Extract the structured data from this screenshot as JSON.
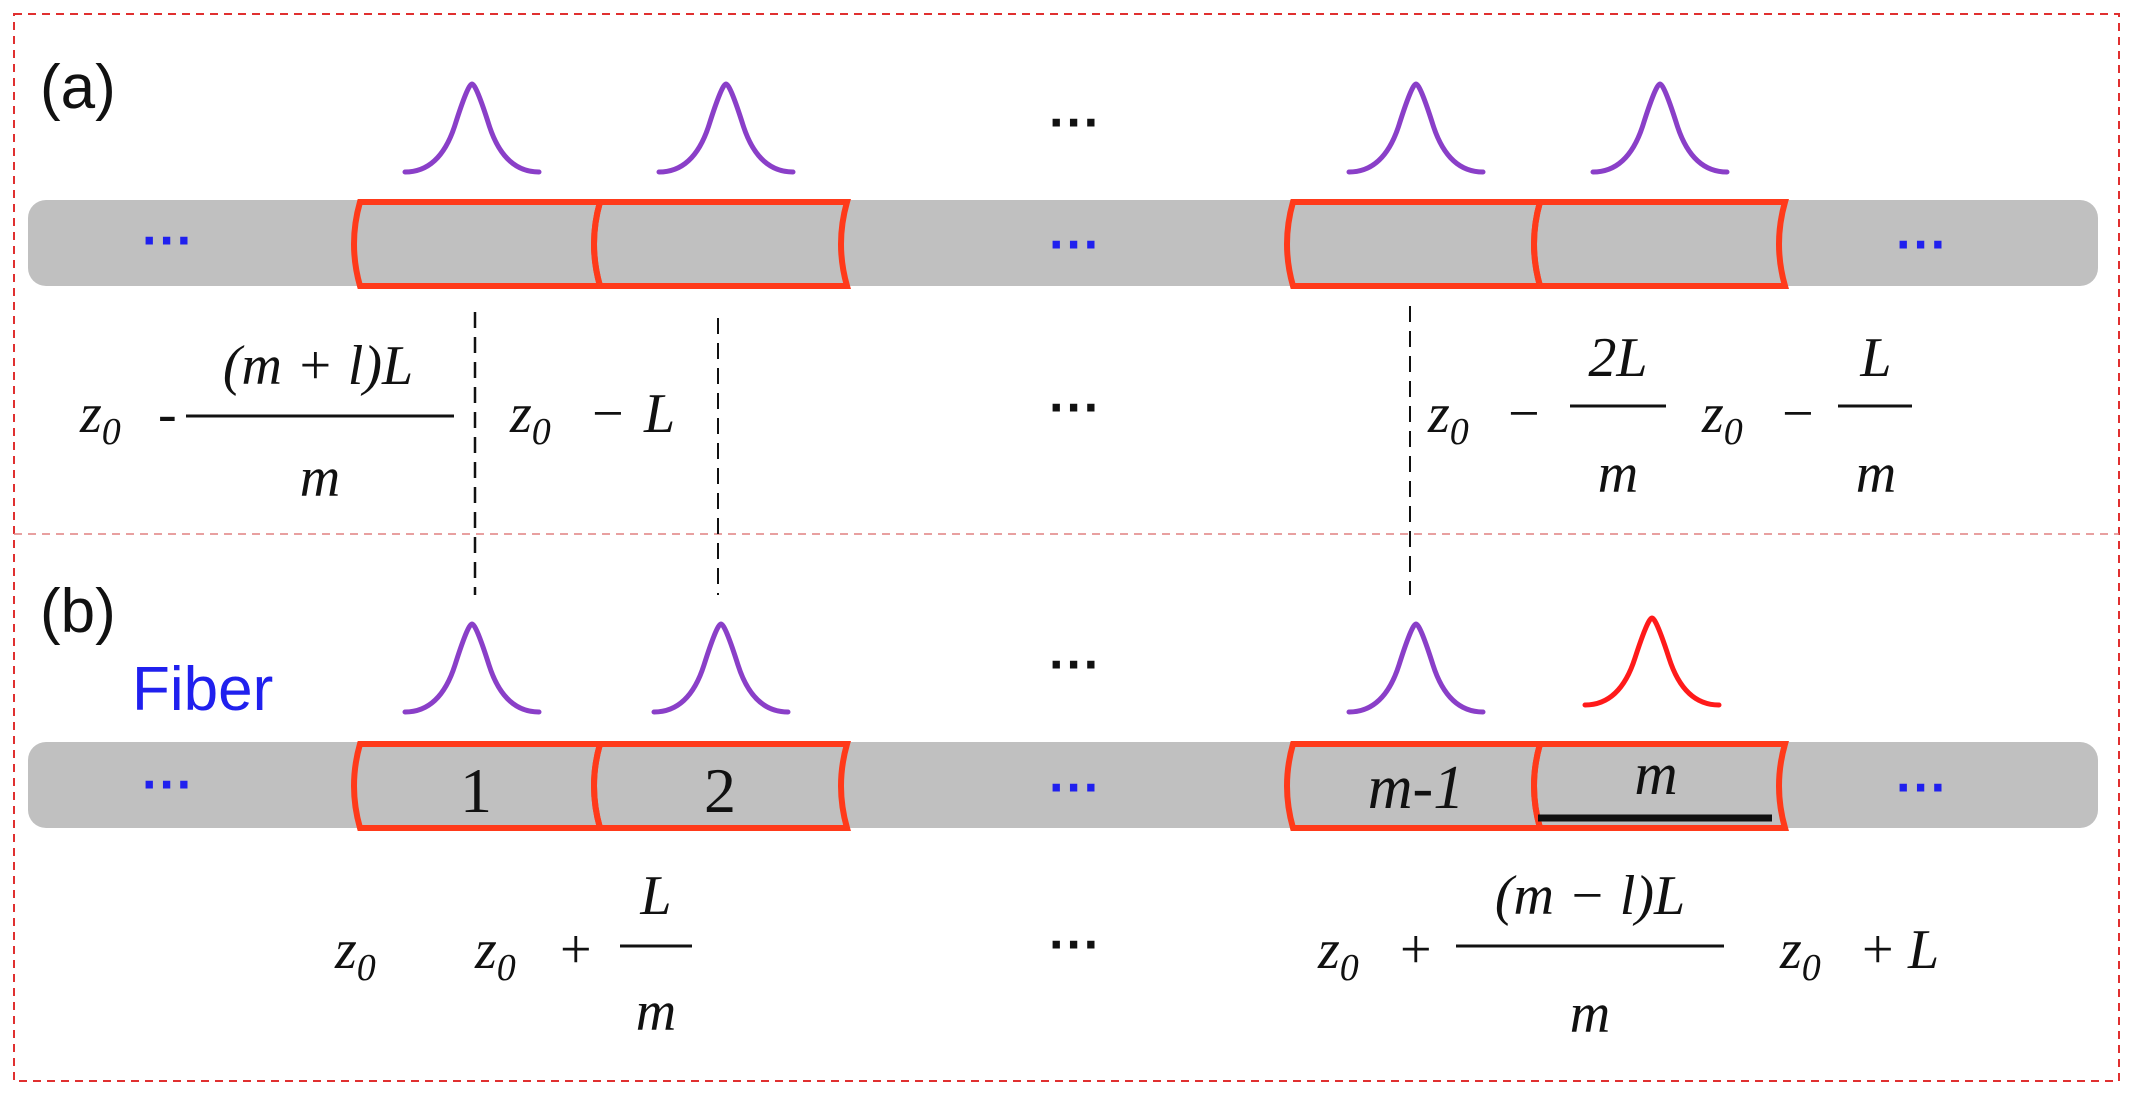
{
  "panels": {
    "a": {
      "label": "(a)"
    },
    "b": {
      "label": "(b)"
    }
  },
  "fiber_label": "Fiber",
  "ellipsis": "···",
  "segments": {
    "b": [
      "1",
      "2",
      "m-1",
      "m"
    ]
  },
  "positions_a": {
    "p1": {
      "prefix": "z",
      "sub": "0",
      "op": "-",
      "num": "(m + l)L",
      "den": "m"
    },
    "p2": {
      "prefix": "z",
      "sub": "0",
      "op": "−",
      "rest": "L"
    },
    "p3": {
      "prefix": "z",
      "sub": "0",
      "op": "−",
      "num": "2L",
      "den": "m"
    },
    "p4": {
      "prefix": "z",
      "sub": "0",
      "op": "−",
      "num": "L",
      "den": "m"
    }
  },
  "positions_b": {
    "p1": {
      "prefix": "z",
      "sub": "0"
    },
    "p2": {
      "prefix": "z",
      "sub": "0",
      "op": "+",
      "num": "L",
      "den": "m"
    },
    "p3": {
      "prefix": "z",
      "sub": "0",
      "op": "+",
      "num": "(m − l)L",
      "den": "m"
    },
    "p4": {
      "prefix": "z",
      "sub": "0",
      "op": "+",
      "rest": "L"
    }
  },
  "colors": {
    "fiber": "#c0c0c0",
    "segment_border": "#ff3a1a",
    "pulse_normal": "#8a3fc8",
    "pulse_highlight": "#ff1a1a",
    "blue_text": "#2020ee",
    "frame": "#e03030"
  }
}
